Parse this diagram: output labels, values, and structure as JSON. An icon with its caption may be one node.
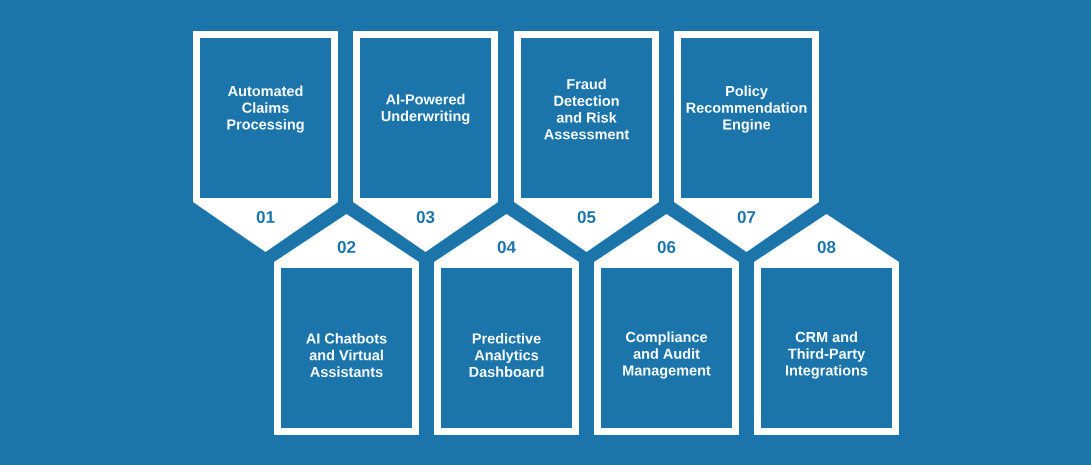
{
  "diagram": {
    "nodes": [
      {
        "text": [
          "01"
        ]
      },
      {
        "text": [
          "Automated Claims Processing"
        ],
        "in": 0
      },
      {
        "text": [
          "02"
        ]
      },
      {
        "text": [
          "AI Chatbots and Virtual Assistants"
        ],
        "in": 2
      },
      {
        "text": [
          "03"
        ]
      },
      {
        "text": [
          "AI-Powered Underwriting"
        ],
        "in": 4
      },
      {
        "text": [
          "04"
        ]
      },
      {
        "text": [
          "Predictive Analytics Dashboard"
        ],
        "in": 6
      },
      {
        "text": [
          "05"
        ]
      },
      {
        "text": [
          "Fraud Detection and Risk Assessment"
        ],
        "in": 8
      },
      {
        "text": [
          "06"
        ]
      },
      {
        "text": [
          "Compliance and Audit Management"
        ],
        "in": 10
      },
      {
        "text": [
          "07"
        ]
      },
      {
        "text": [
          "Policy Recommendation Engine"
        ],
        "in": 12
      },
      {
        "text": [
          "08"
        ]
      },
      {
        "text": [
          "CRM and Third-Party Integrations"
        ],
        "in": 14
      }
    ]
  }
}
